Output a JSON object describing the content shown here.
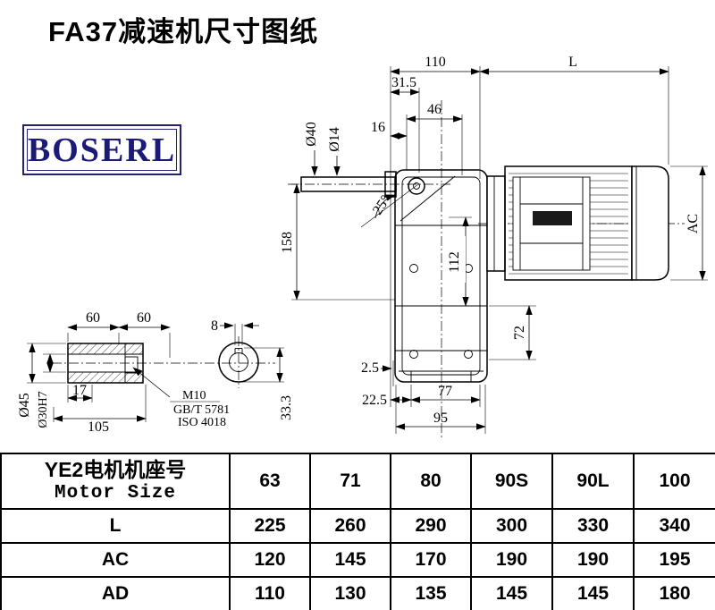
{
  "page": {
    "title": "FA37减速机尺寸图纸"
  },
  "logo": {
    "text": "BOSERL"
  },
  "drawing": {
    "main": {
      "d110": "110",
      "dL": "L",
      "d31_5": "31.5",
      "d46": "46",
      "d16": "16",
      "dia40": "Ø40",
      "dia14": "Ø14",
      "ang25": "25°",
      "d158": "158",
      "d112": "112",
      "dAC": "AC",
      "d72": "72",
      "d2_5": "2.5",
      "d22_5": "22.5",
      "d77": "77",
      "d95": "95"
    },
    "detail": {
      "d60a": "60",
      "d60b": "60",
      "d8": "8",
      "dia45": "Ø45",
      "dia30h7": "Ø30H7",
      "d17": "17",
      "d105": "105",
      "m10": "M10",
      "gbt": "GB/T 5781",
      "iso": "ISO 4018",
      "d33_3": "33.3"
    }
  },
  "table": {
    "header": {
      "line1": "YE2电机机座号",
      "line2": "Motor Size"
    },
    "columns": [
      "63",
      "71",
      "80",
      "90S",
      "90L",
      "100"
    ],
    "rows": [
      {
        "label": "L",
        "values": [
          "225",
          "260",
          "290",
          "300",
          "330",
          "340"
        ]
      },
      {
        "label": "AC",
        "values": [
          "120",
          "145",
          "170",
          "190",
          "190",
          "195"
        ]
      },
      {
        "label": "AD",
        "values": [
          "110",
          "130",
          "135",
          "145",
          "145",
          "180"
        ]
      }
    ]
  }
}
